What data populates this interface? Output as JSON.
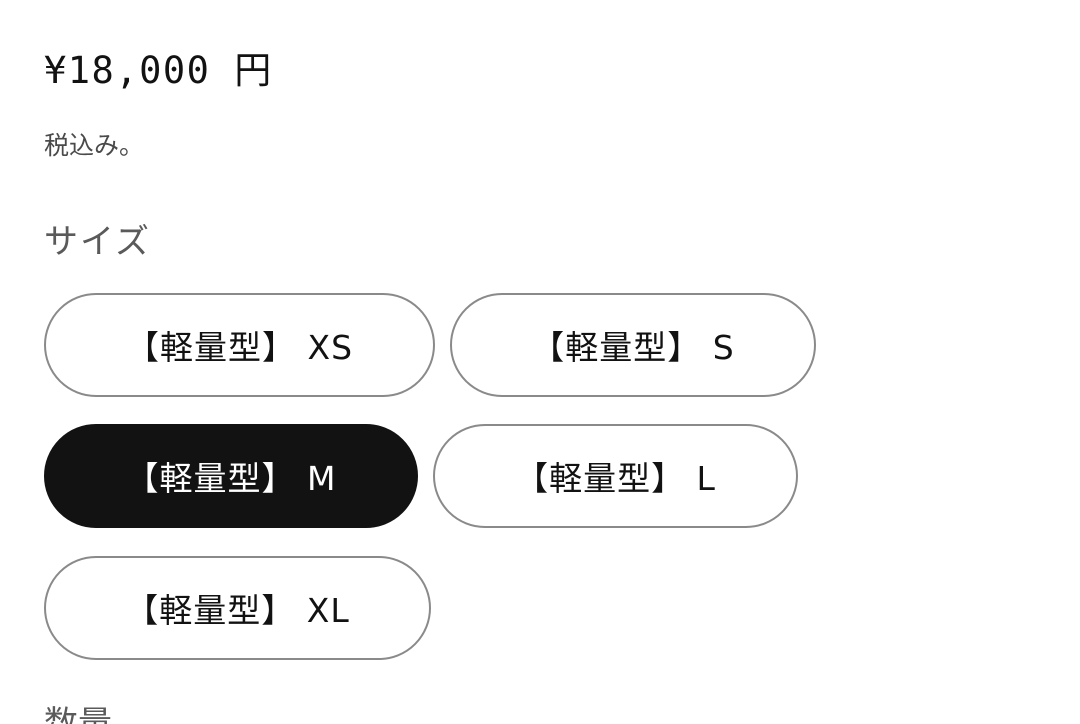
{
  "product": {
    "price": "¥18,000 円",
    "tax_note": "税込み。"
  },
  "size_selector": {
    "label": "サイズ",
    "options": [
      {
        "label": "【軽量型】 XS",
        "selected": false
      },
      {
        "label": "【軽量型】 S",
        "selected": false
      },
      {
        "label": "【軽量型】 M",
        "selected": true
      },
      {
        "label": "【軽量型】 L",
        "selected": false
      },
      {
        "label": "【軽量型】 XL",
        "selected": false
      }
    ]
  },
  "quantity": {
    "label": "数量"
  },
  "colors": {
    "selected_bg": "#121212",
    "border": "#8a8a8a",
    "muted_text": "#5a5a5a"
  }
}
